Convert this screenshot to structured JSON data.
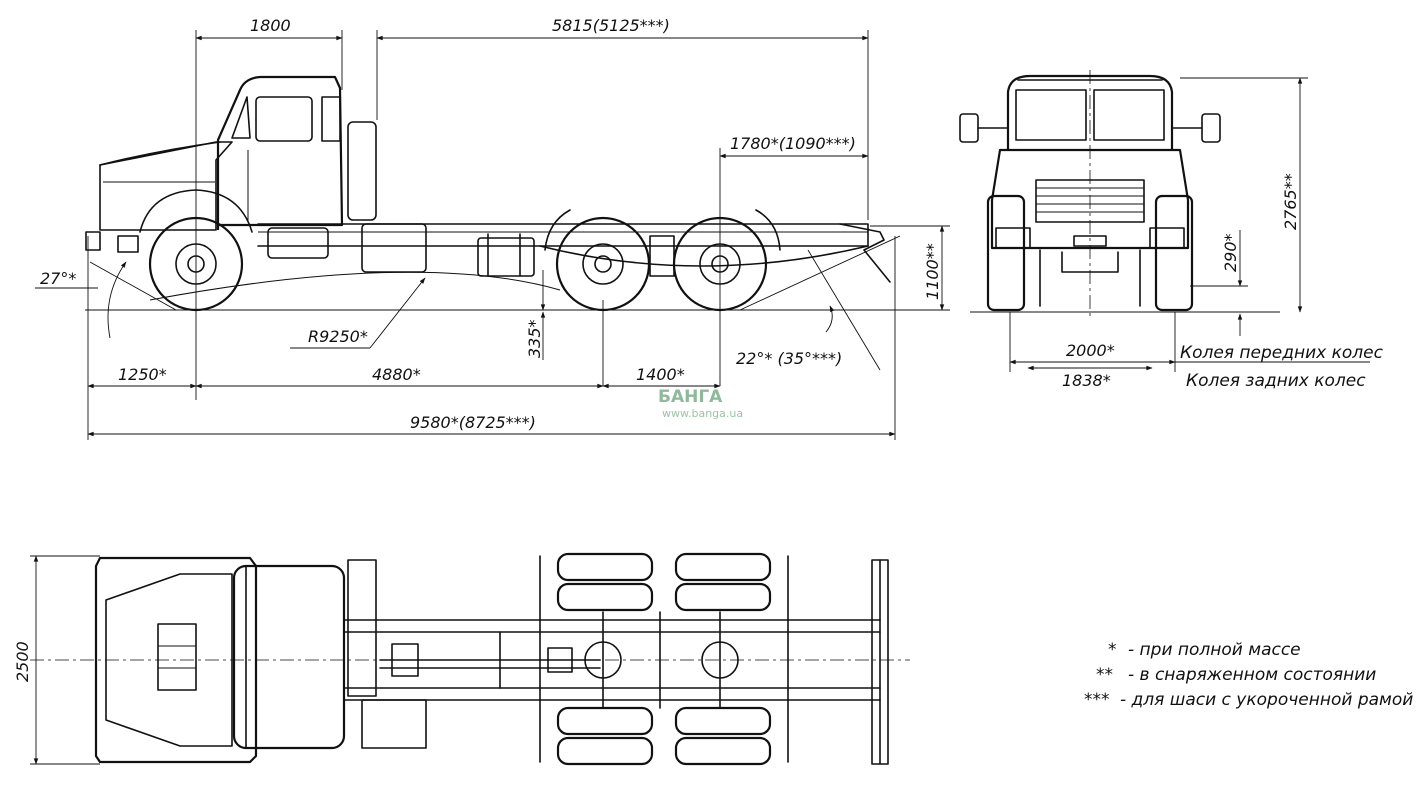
{
  "side_view": {
    "dims": {
      "cab_length": "1800",
      "frame_length": "5815(5125***)",
      "rear_overhang_top": "1780*(1090***)",
      "approach_angle": "27°*",
      "turning_radius": "R9250*",
      "clearance_center": "335*",
      "front_overhang": "1250*",
      "wheelbase": "4880*",
      "bogie_base": "1400*",
      "departure_angle": "22°* (35°***)",
      "frame_height": "1100**",
      "overall_length": "9580*(8725***)"
    }
  },
  "front_view": {
    "dims": {
      "height": "2765**",
      "ground_clearance": "290*",
      "track_front": "2000*",
      "track_rear": "1838*"
    },
    "labels": {
      "track_front": "Колея передних колес",
      "track_rear": "Колея задних колес"
    }
  },
  "top_view": {
    "dims": {
      "width": "2500"
    }
  },
  "legend": [
    {
      "mark": "*",
      "text": "- при полной массе"
    },
    {
      "mark": "**",
      "text": "- в снаряженном состоянии"
    },
    {
      "mark": "***",
      "text": "- для шаси с укороченной рамой"
    }
  ],
  "watermark": {
    "brand": "БАНГА",
    "url": "www.banga.ua",
    "color": "#8fb99b"
  }
}
